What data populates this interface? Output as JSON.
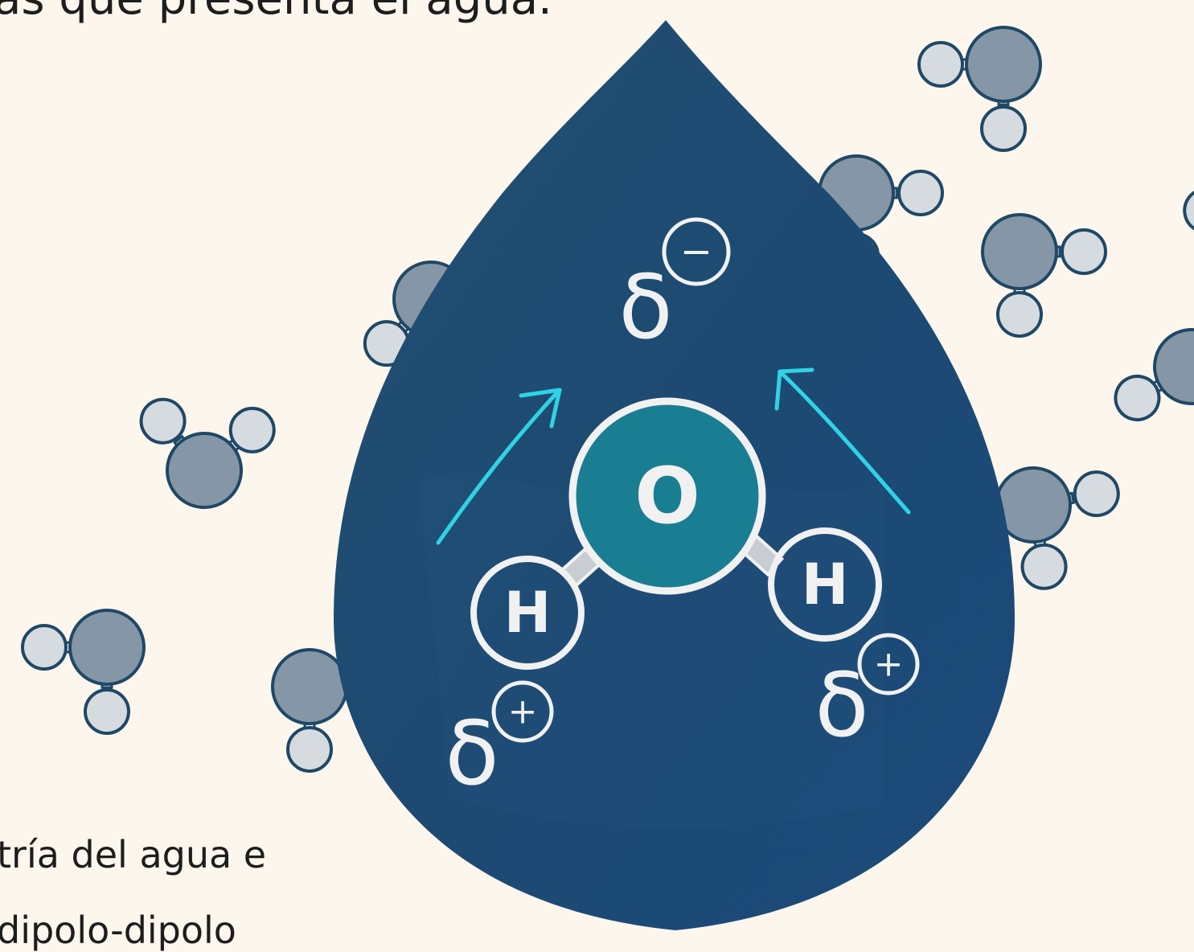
{
  "text": {
    "heading_fragment": "as que presenta el agua.",
    "body_line_1": "tría del agua e",
    "body_line_2": "dipolo-dipolo"
  },
  "molecule": {
    "oxygen_label": "O",
    "hydrogen_left_label": "H",
    "hydrogen_right_label": "H",
    "delta_symbol": "δ",
    "negative_sign": "−",
    "positive_sign_left": "+",
    "positive_sign_right": "+"
  },
  "colors": {
    "background": "#fdf6ec",
    "drop": "#1e4e78",
    "oxygen_fill": "#1a7e92",
    "arrow": "#2fd3e6",
    "outline_white": "#f1f1f1",
    "bg_molecule_oxygen": "#8597a7",
    "bg_molecule_hydrogen": "#d6dbe0",
    "bg_molecule_outline": "#1f4866"
  },
  "icons": {
    "background_molecule": "water-molecule-icon",
    "polarity_arrow": "arrow-icon"
  }
}
